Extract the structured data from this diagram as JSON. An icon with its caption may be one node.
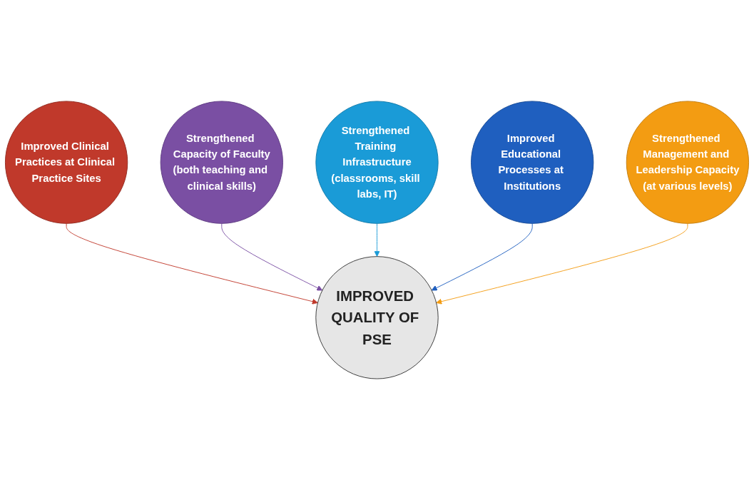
{
  "diagram": {
    "nodes": [
      {
        "text": [
          "Strengthened Capacity of Faculty",
          "(both teaching and clinical skills)"
        ]
      },
      {
        "text": [
          "Improved Clinical Practices at Clinical Practice Sites"
        ]
      },
      {
        "text": [
          "Strengthened Training Infrastructure",
          "(classrooms, skill labs, IT)"
        ]
      },
      {
        "text": [
          "Improved Educational Processes at Institutions"
        ]
      },
      {
        "text": [
          "IMPROVED QUALITY OF PSE"
        ]
      },
      {
        "text": [
          "Strengthened Management and Leadership Capacity",
          "(at various levels)"
        ]
      }
    ],
    "edges": [
      {
        "from": 1,
        "to": 4,
        "arrow": "to",
        "color": "#c0392b"
      },
      {
        "from": 0,
        "to": 4,
        "arrow": "to",
        "color": "#7a4fa3"
      },
      {
        "from": 2,
        "to": 4,
        "arrow": "to",
        "color": "#1a9bd7"
      },
      {
        "from": 3,
        "to": 4,
        "arrow": "to",
        "color": "#1f5fbf"
      },
      {
        "from": 5,
        "to": 4,
        "arrow": "to",
        "color": "#f39c12"
      }
    ]
  }
}
